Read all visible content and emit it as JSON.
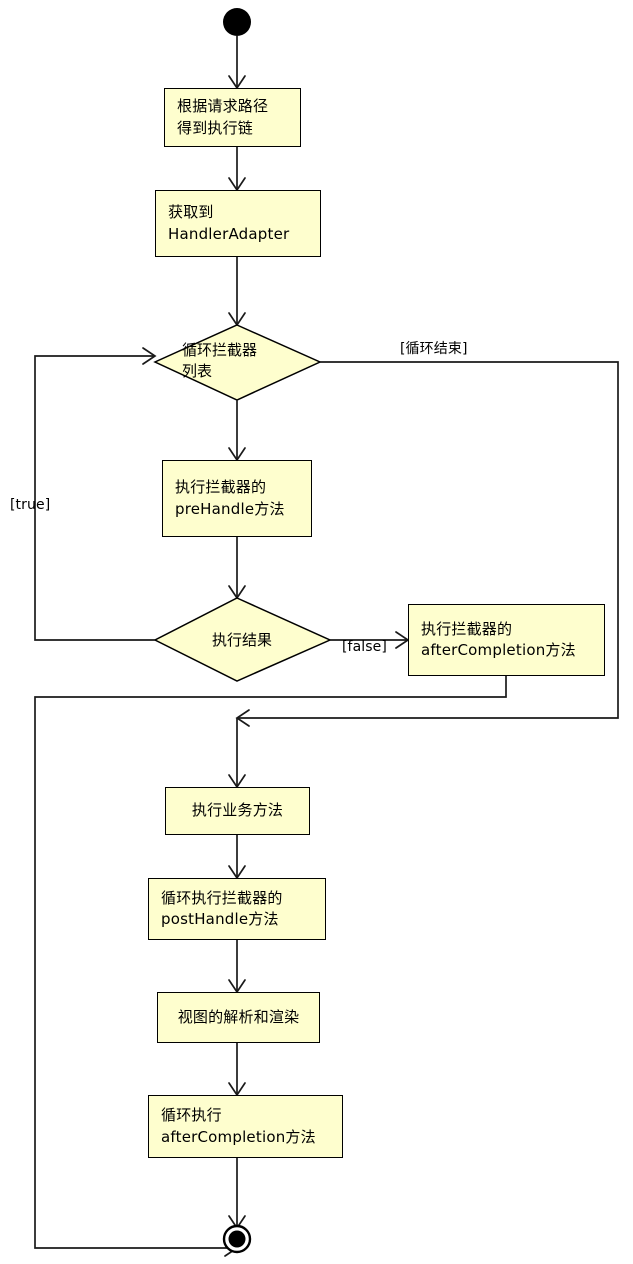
{
  "diagram": {
    "type": "uml-activity-diagram",
    "background_color": "#FFFFFF",
    "node_fill_color": "#FEFECE",
    "node_border_color": "#000000",
    "line_color": "#000000"
  },
  "nodes": {
    "start": {
      "name": "start-node",
      "shape": "filled-circle"
    },
    "end": {
      "name": "end-node",
      "shape": "double-circle"
    },
    "action_get_chain": {
      "line1": "根据请求路径",
      "line2": "得到执行链"
    },
    "action_get_adapter": {
      "line1": "获取到",
      "line2": "HandlerAdapter"
    },
    "decision_loop_interceptors": {
      "line1": "循环拦截器",
      "line2": "列表"
    },
    "action_pre_handle": {
      "line1": "执行拦截器的",
      "line2": "preHandle方法"
    },
    "decision_result": {
      "line1": "执行结果"
    },
    "action_after_completion_right": {
      "line1": "执行拦截器的",
      "line2": "afterCompletion方法"
    },
    "action_business": {
      "line1": "执行业务方法"
    },
    "action_post_handle": {
      "line1": "循环执行拦截器的",
      "line2": "postHandle方法"
    },
    "action_view_render": {
      "line1": "视图的解析和渲染"
    },
    "action_after_completion_loop": {
      "line1": "循环执行",
      "line2": "afterCompletion方法"
    }
  },
  "edge_labels": {
    "loop_end": "[循环结束]",
    "true": "[true]",
    "false": "[false]"
  }
}
